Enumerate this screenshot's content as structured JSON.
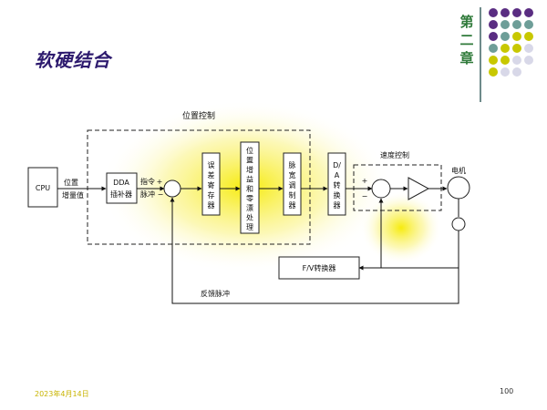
{
  "slide": {
    "title": "软硬结合",
    "chapter": [
      "第",
      "二",
      "章"
    ],
    "date": "2023年4月14日",
    "page_number": "100"
  },
  "diagram": {
    "group_position_control": "位置控制",
    "group_speed_control": "速度控制",
    "cpu": "CPU",
    "cpu_out_label": [
      "位置",
      "增量值"
    ],
    "dda": [
      "DDA",
      "插补器"
    ],
    "command_pulse": "指令",
    "feedback_pulse_in": "脉冲",
    "error_register": [
      "误",
      "差",
      "寄",
      "存",
      "器"
    ],
    "gain_zero": [
      "位",
      "置",
      "增",
      "益",
      "和",
      "零",
      "漂",
      "处",
      "理"
    ],
    "pwm": [
      "脉",
      "宽",
      "调",
      "制",
      "器"
    ],
    "da": [
      "D/",
      "A",
      "转",
      "换",
      "器"
    ],
    "motor": "电机",
    "fv": "F/V转换器",
    "feedback_label": "反馈脉冲",
    "plus": "+",
    "minus": "−"
  },
  "colors": {
    "title": "#2d1a6e",
    "chapter": "#2f7a3a",
    "date": "#c8b400",
    "highlight": "#f6ea00"
  },
  "decoration_dots": [
    [
      "#5a2d82",
      "#5a2d82",
      "#5a2d82",
      "#5a2d82"
    ],
    [
      "#5a2d82",
      "#6e9e98",
      "#6e9e98",
      "#6e9e98"
    ],
    [
      "#5a2d82",
      "#6e9e98",
      "#c8c800",
      "#c8c800"
    ],
    [
      "#6e9e98",
      "#c8c800",
      "#c8c800",
      "#d8d8e8"
    ],
    [
      "#c8c800",
      "#c8c800",
      "#d8d8e8",
      "#d8d8e8"
    ],
    [
      "#c8c800",
      "#d8d8e8",
      "#d8d8e8",
      ""
    ]
  ]
}
